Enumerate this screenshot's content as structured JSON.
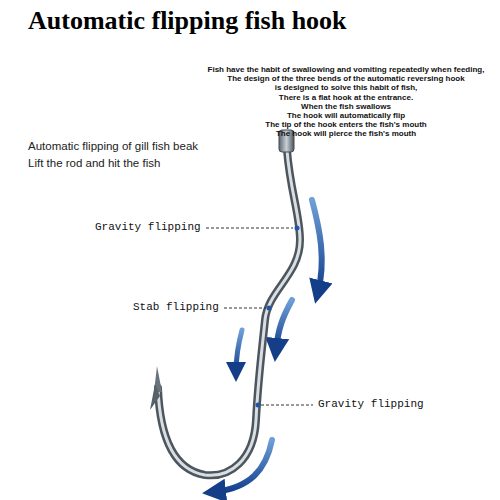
{
  "diagram": {
    "title": "Automatic flipping fish hook",
    "labels": [
      "Fish have the habit of swallowing and vomiting repeatedly when feeding,",
      "The design of the three bends of the automatic reversing hook",
      "is designed to solve this habit of fish,",
      "There is a flat hook at the entrance.",
      "When the fish swallows",
      "The hook will automatically flip",
      "The tip of the hook enters the fish's mouth",
      "The hook will pierce the fish's mouth",
      "Automatic flipping of gill fish beak",
      "Lift the rod and hit the fish",
      "Gravity flipping",
      "Stab flipping",
      "Gravity flipping"
    ]
  }
}
